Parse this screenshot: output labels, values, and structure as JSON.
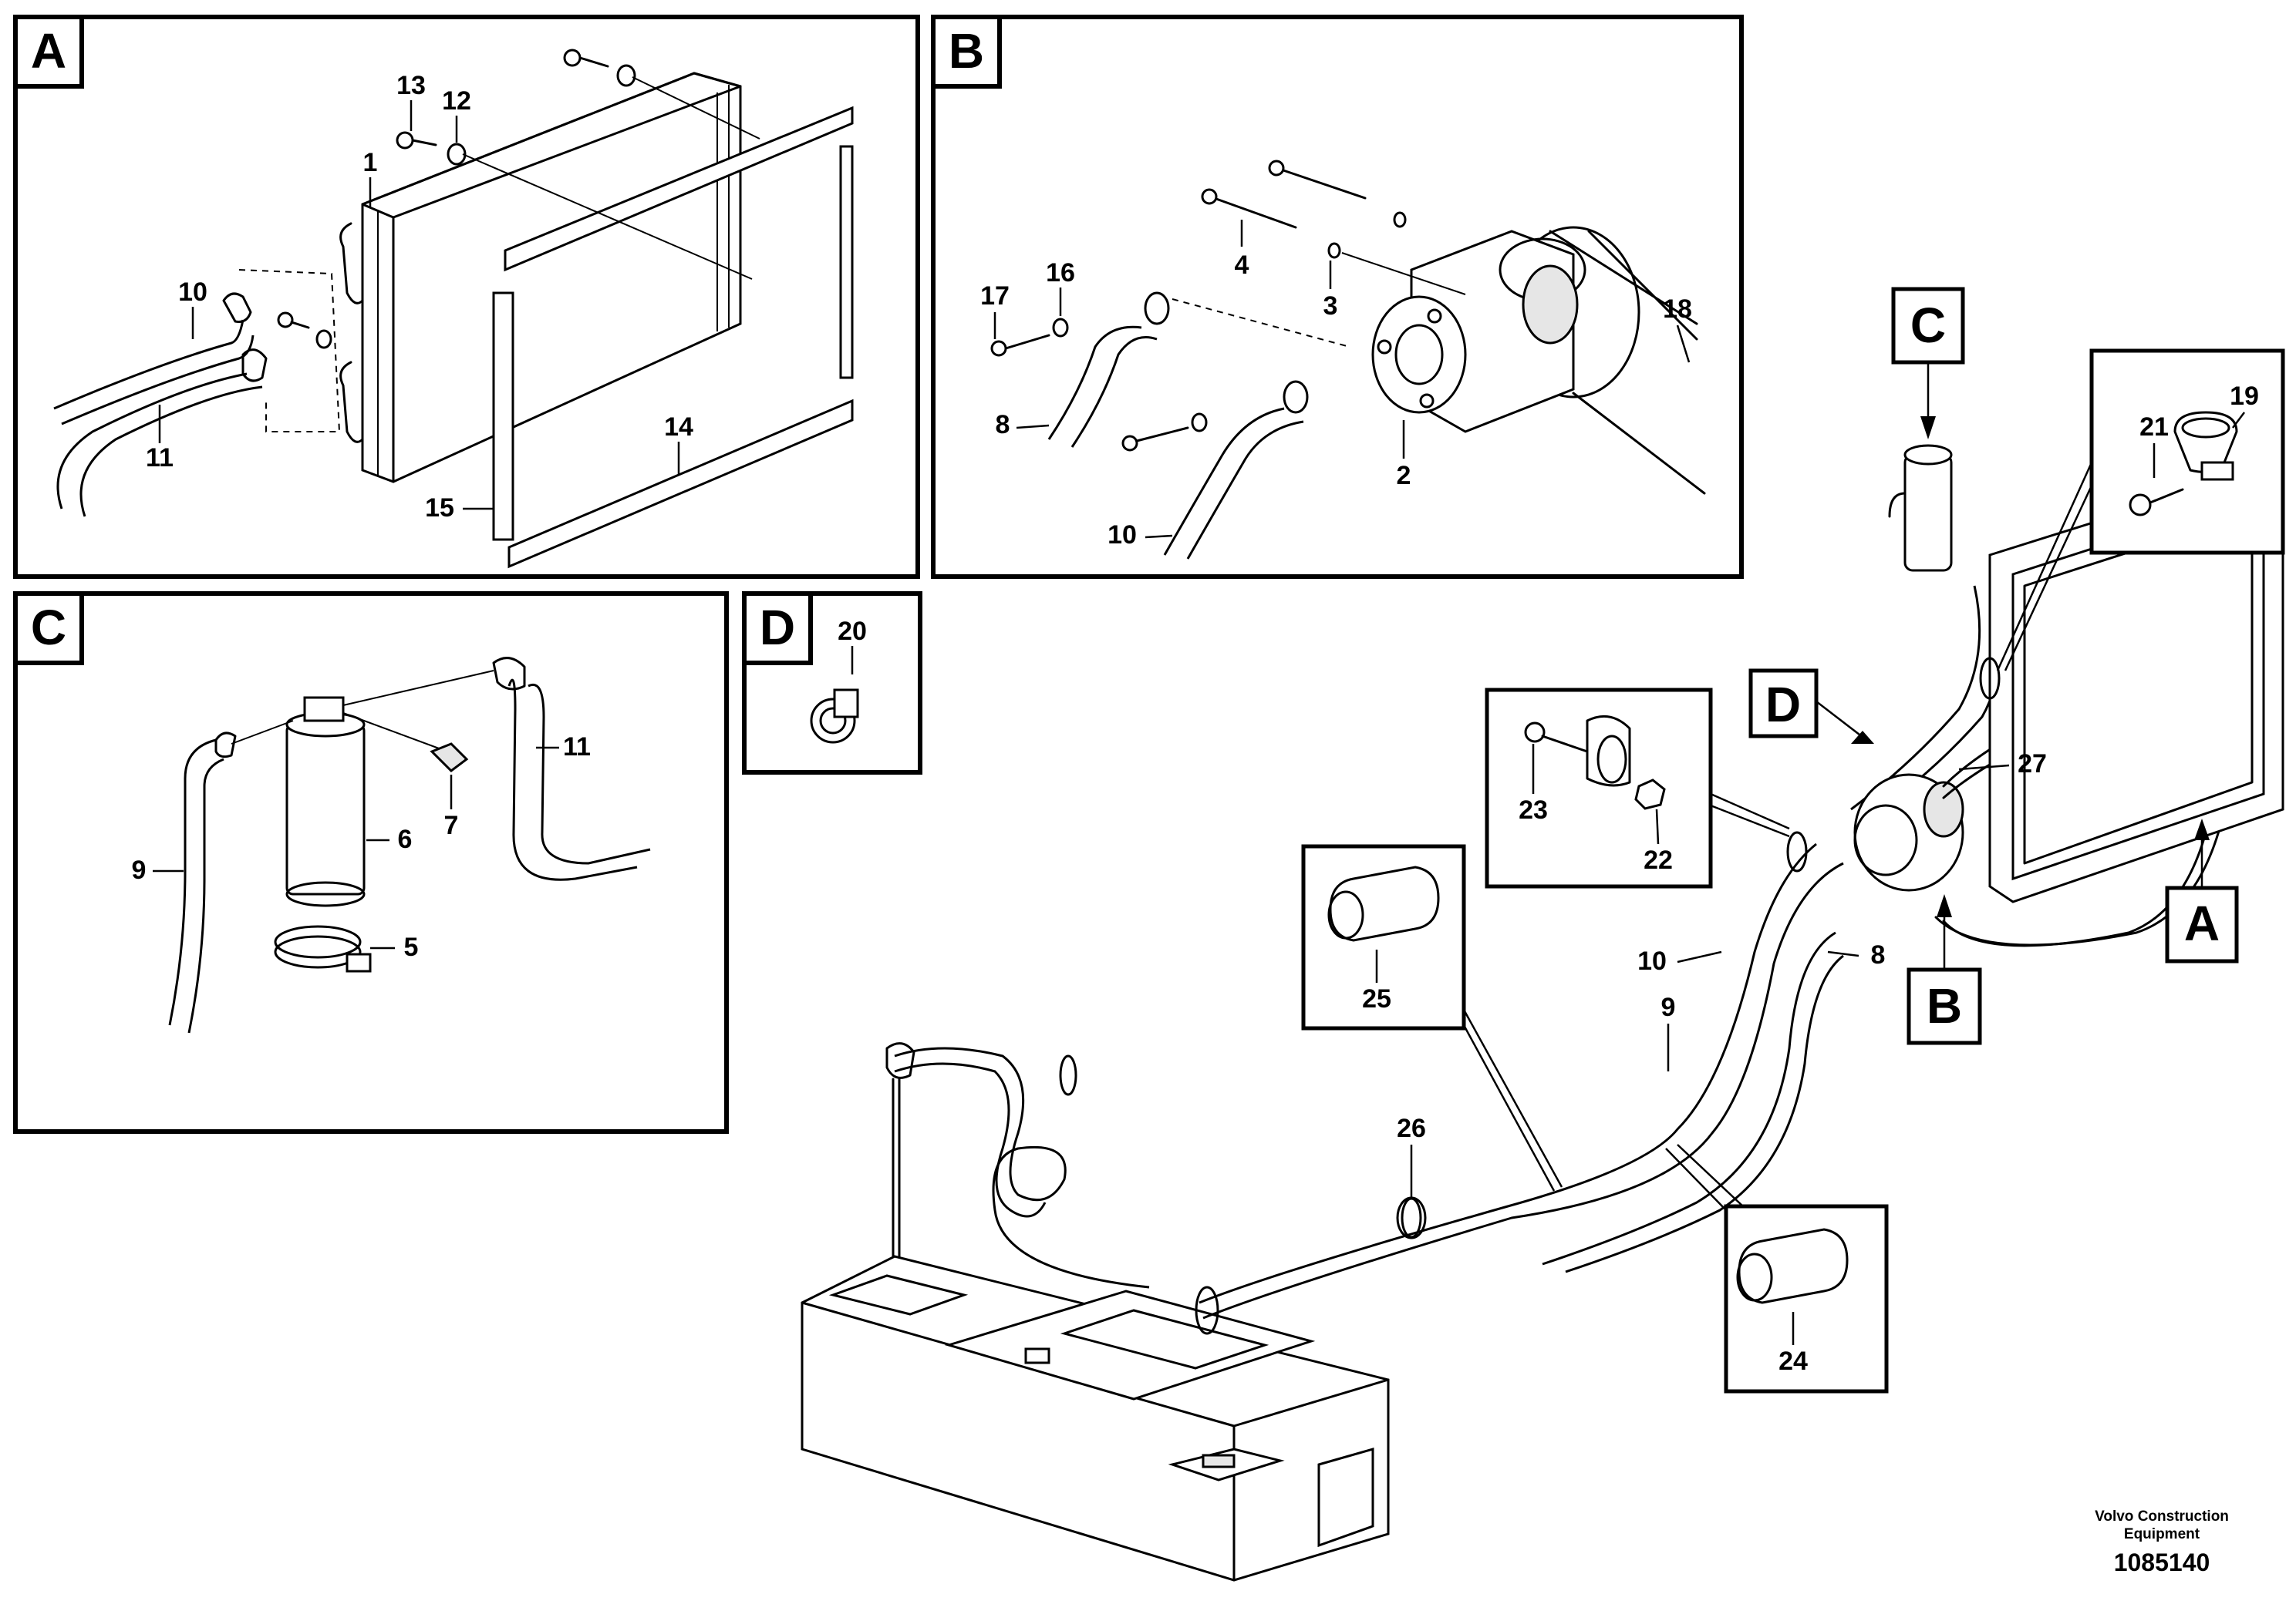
{
  "panels": {
    "A": {
      "label": "A",
      "parts": {
        "p1": "1",
        "p10": "10",
        "p11": "11",
        "p12": "12",
        "p13": "13",
        "p14": "14",
        "p15": "15"
      }
    },
    "B": {
      "label": "B",
      "parts": {
        "p2": "2",
        "p3": "3",
        "p4": "4",
        "p8": "8",
        "p10": "10",
        "p16": "16",
        "p17": "17",
        "p18": "18"
      }
    },
    "C": {
      "label": "C",
      "parts": {
        "p5": "5",
        "p6": "6",
        "p7": "7",
        "p9": "9",
        "p11": "11"
      }
    },
    "D": {
      "label": "D",
      "parts": {
        "p20": "20"
      }
    }
  },
  "overview": {
    "callouts": {
      "A": "A",
      "B": "B",
      "C": "C",
      "D": "D"
    },
    "parts": {
      "p8": "8",
      "p9": "9",
      "p10": "10",
      "p19": "19",
      "p21": "21",
      "p22": "22",
      "p23": "23",
      "p24": "24",
      "p25": "25",
      "p26": "26",
      "p27": "27"
    }
  },
  "footer": {
    "company_line1": "Volvo Construction",
    "company_line2": "Equipment",
    "document_number": "1085140"
  }
}
